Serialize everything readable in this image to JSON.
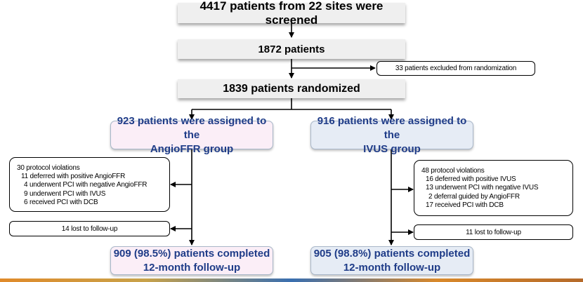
{
  "screened": {
    "text": "4417 patients from 22 sites were screened"
  },
  "eligible": {
    "text": "1872 patients"
  },
  "excluded": {
    "text": "33 patients excluded from randomization"
  },
  "randomized": {
    "text": "1839 patients randomized"
  },
  "arm_angioffr": {
    "assigned": [
      "923 patients were assigned to the",
      "AngioFFR group"
    ],
    "violations": {
      "title": "30 protocol violations",
      "items": [
        "11 deferred with positive AngioFFR",
        "4 underwent PCI with negative AngioFFR",
        "9 underwent PCI with IVUS",
        "6 received PCI with DCB"
      ]
    },
    "lost": "14 lost to follow-up",
    "completed": [
      "909 (98.5%) patients completed",
      "12-month follow-up"
    ]
  },
  "arm_ivus": {
    "assigned": [
      "916 patients were assigned to the",
      "IVUS group"
    ],
    "violations": {
      "title": "48 protocol violations",
      "items": [
        "16 deferred with positive IVUS",
        "13 underwent PCI with negative IVUS",
        "2 deferral guided by AngioFFR",
        "17 received PCI with DCB"
      ]
    },
    "lost": "11 lost to follow-up",
    "completed": [
      "905 (98.8%) patients completed",
      "12-month follow-up"
    ]
  }
}
